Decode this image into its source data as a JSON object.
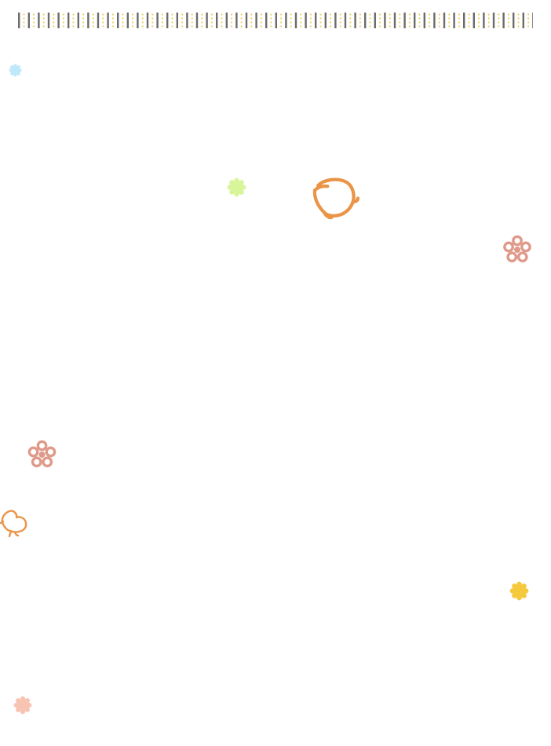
{
  "colors": {
    "background": "#ffffff",
    "strip_bar": "#6b6b6b",
    "strip_dot": "#f2cf5b",
    "star_blue": "#bfe8fb",
    "star_lime": "#d9f59a",
    "star_yellow": "#f5c93c",
    "star_pink": "#f7c4b4",
    "bird_orange": "#ea9447",
    "flower_salmon": "#df9a8a"
  },
  "decorations": [
    {
      "id": "d-star-blue",
      "icon": "asterisk-flower-icon",
      "color": "star_blue"
    },
    {
      "id": "d-star-lime",
      "icon": "asterisk-flower-icon",
      "color": "star_lime"
    },
    {
      "id": "d-bird-big",
      "icon": "bird-outline-icon",
      "color": "bird_orange"
    },
    {
      "id": "d-flower-1",
      "icon": "five-petal-flower-icon",
      "color": "flower_salmon"
    },
    {
      "id": "d-flower-2",
      "icon": "five-petal-flower-icon",
      "color": "flower_salmon"
    },
    {
      "id": "d-bird-small",
      "icon": "bird-outline-icon",
      "color": "bird_orange"
    },
    {
      "id": "d-star-yellow",
      "icon": "asterisk-flower-icon",
      "color": "star_yellow"
    },
    {
      "id": "d-star-pink",
      "icon": "asterisk-flower-icon",
      "color": "star_pink"
    }
  ]
}
